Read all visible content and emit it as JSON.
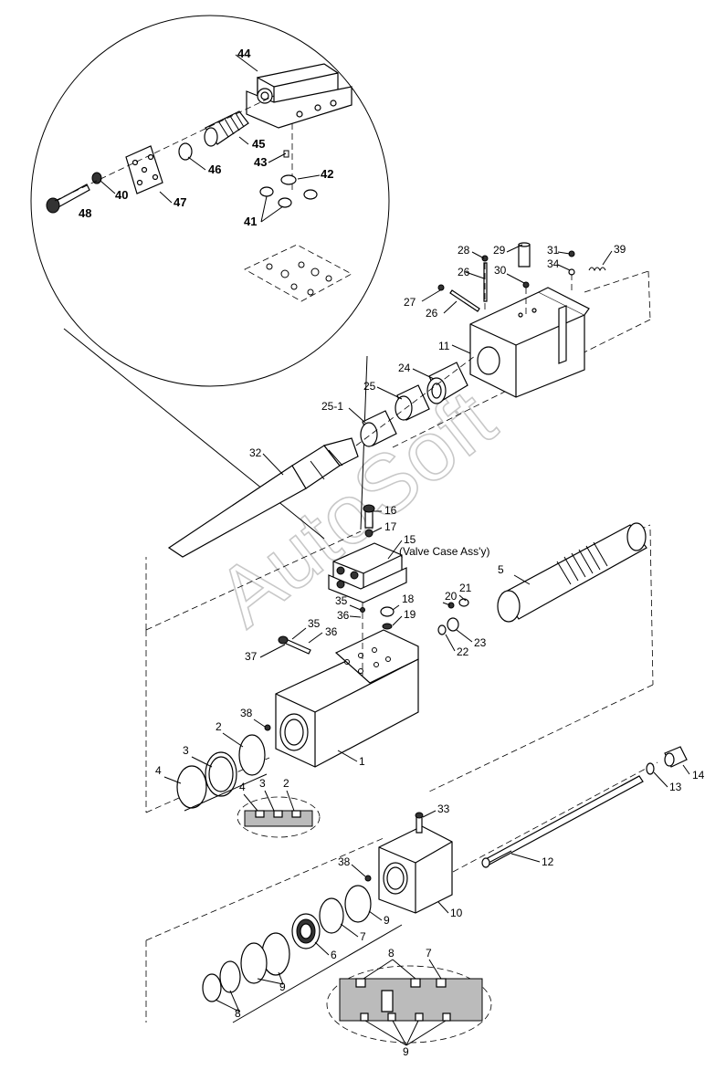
{
  "watermark": "AutoSoft",
  "callouts": {
    "p1": "1",
    "p2": "2",
    "p3": "3",
    "p4": "4",
    "p5": "5",
    "p6": "6",
    "p7": "7",
    "p8": "8",
    "p9": "9",
    "p10": "10",
    "p11": "11",
    "p12": "12",
    "p13": "13",
    "p14": "14",
    "p15": "15",
    "p15_note": "(Valve Case Ass'y)",
    "p16": "16",
    "p17": "17",
    "p18": "18",
    "p19": "19",
    "p20": "20",
    "p21": "21",
    "p22": "22",
    "p23": "23",
    "p24": "24",
    "p25": "25",
    "p25_1": "25-1",
    "p26": "26",
    "p27": "27",
    "p28": "28",
    "p29": "29",
    "p30": "30",
    "p31": "31",
    "p32": "32",
    "p33": "33",
    "p34": "34",
    "p35": "35",
    "p36": "36",
    "p37": "37",
    "p38": "38",
    "p39": "39",
    "p40": "40",
    "p41": "41",
    "p42": "42",
    "p43": "43",
    "p44": "44",
    "p45": "45",
    "p46": "46",
    "p47": "47",
    "p48": "48"
  }
}
